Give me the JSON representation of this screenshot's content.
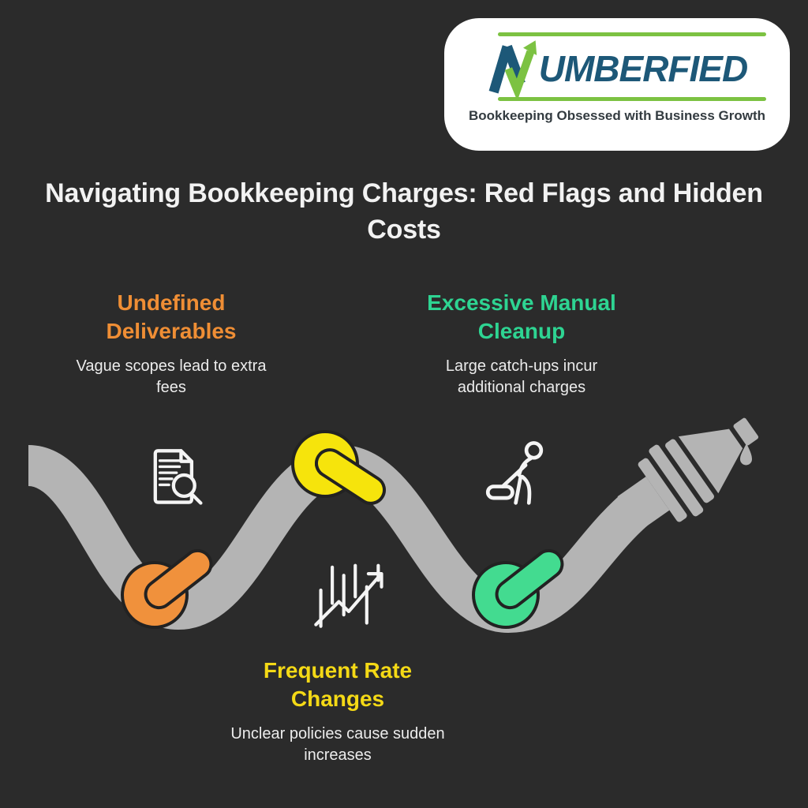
{
  "logo": {
    "wordmark": "NUMBERFIED",
    "wordmark_rest": "UMBERFIED",
    "tagline": "Bookkeeping Obsessed with Business Growth"
  },
  "title": "Navigating Bookkeeping Charges: Red Flags and Hidden Costs",
  "sections": [
    {
      "heading": "Undefined Deliverables",
      "description": "Vague scopes lead to extra fees",
      "accent": "#ef8e35",
      "icon": "document-search-icon",
      "knot": "orange-knot"
    },
    {
      "heading": "Excessive Manual Cleanup",
      "description": "Large catch-ups incur additional charges",
      "accent": "#2ed492",
      "icon": "person-vacuum-icon",
      "knot": "green-knot"
    },
    {
      "heading": "Frequent Rate Changes",
      "description": "Unclear policies cause sudden increases",
      "accent": "#f4d916",
      "icon": "rate-chart-icon",
      "knot": "yellow-knot"
    }
  ],
  "icons": {
    "section1": "document-search-icon",
    "section2": "person-vacuum-icon",
    "section3": "rate-chart-icon",
    "artwork": "knotted-hose-with-dripping-nozzle"
  },
  "colors": {
    "bg": "#2b2b2b",
    "rope": "#b4b4b4",
    "outline": "#222222",
    "text-light": "#f2f2f2",
    "text-desc": "#ececec",
    "orange-text": "#ef8e35",
    "green-text": "#2ed492",
    "yellow-text": "#f4d916",
    "knot-orange": "#f0913c",
    "knot-yellow": "#f6e40c",
    "knot-green": "#43db90",
    "logo-blue": "#1d5878",
    "logo-green": "#7cc242",
    "tagline": "#333b40",
    "icon-stroke": "#f4f4f4"
  }
}
